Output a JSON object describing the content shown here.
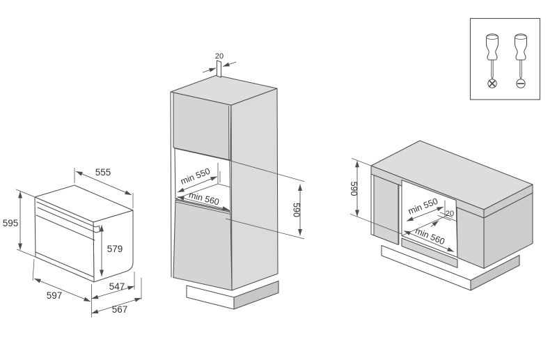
{
  "colors": {
    "background": "#ffffff",
    "line": "#4c4d4f",
    "text": "#2f3033",
    "panel-front": "#d3d4d3",
    "panel-top": "#dcdddc",
    "panel-side-light": "#dadbda",
    "panel-side-dark": "#cccdcc",
    "plinth-side": "#c6c7c6",
    "plinth-front": "#f2f2f2"
  },
  "oven": {
    "labels": {
      "top_width": "555",
      "height": "595",
      "door_height": "579",
      "front_width": "597",
      "body_depth": "547",
      "total_depth": "567"
    }
  },
  "tall_cabinet": {
    "labels": {
      "rear_gap": "20",
      "niche_depth": "min 550",
      "niche_width": "min 560",
      "niche_height": "590"
    }
  },
  "base_cabinet": {
    "labels": {
      "niche_height": "590",
      "niche_depth": "min 550",
      "rear_gap": "20",
      "niche_width": "min 560"
    }
  },
  "tools": {
    "items": [
      {
        "name": "phillips-screwdriver"
      },
      {
        "name": "flathead-screwdriver"
      }
    ]
  }
}
